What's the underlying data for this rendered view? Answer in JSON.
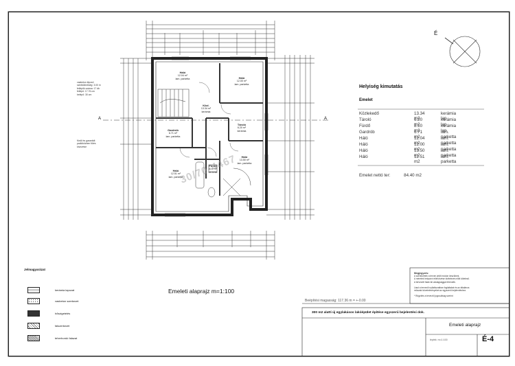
{
  "drawing": {
    "compass_label": "É",
    "plan_title": "Emeleti alaprajz  m=1:100",
    "watermark": "30/70-4467"
  },
  "room_schedule": {
    "title": "Helyiség kimutatás",
    "floor": "Emelet",
    "rows": [
      {
        "name": "Közlekedő",
        "area": "13.34 m2",
        "finish": "kerámia lap"
      },
      {
        "name": "Tároló",
        "area": "6.20 m2",
        "finish": "kerámia lap"
      },
      {
        "name": "Fürdő",
        "area": "8.10 m2",
        "finish": "kerámia lap"
      },
      {
        "name": "Gardrób",
        "area": "6.71 m2",
        "finish": "lam. parketta"
      },
      {
        "name": "Háló",
        "area": "12.04 m2",
        "finish": "lam. parketta"
      },
      {
        "name": "Háló",
        "area": "12.00 m2",
        "finish": "lam. parketta"
      },
      {
        "name": "Háló",
        "area": "13.50 m2",
        "finish": "lam. parketta"
      },
      {
        "name": "Háló",
        "area": "12.51 m2",
        "finish": "lam. parketta"
      }
    ],
    "total_label": "Emelet nettó ter:",
    "total_value": "84.40  m2"
  },
  "rooms": [
    {
      "name": "Háló",
      "area": "12.04 m²",
      "finish": "lam. parketta"
    },
    {
      "name": "Háló",
      "area": "12.00 m²",
      "finish": "lam. parketta"
    },
    {
      "name": "Közl.",
      "area": "13.34 m²",
      "finish": "kerámia"
    },
    {
      "name": "Gardrób",
      "area": "6.71 m²",
      "finish": "lam. parketta"
    },
    {
      "name": "Tároló",
      "area": "6.20 m²",
      "finish": "kerámia"
    },
    {
      "name": "Háló",
      "area": "13.50 m²",
      "finish": "lam. parketta"
    },
    {
      "name": "Háló",
      "area": "12.51 m²",
      "finish": "lam. parketta"
    },
    {
      "name": "Fürdő",
      "area": "8.10 m²",
      "finish": "kerámia"
    }
  ],
  "annotations": {
    "note_top_left": [
      "vasbeton lépcső",
      "szintkülönbség: 3.00 m",
      "fellépők száma: 17 db",
      "fellépő: 17.76 cm",
      "belépő: 30 cm"
    ],
    "note_mid_left": [
      "fürdő és garantált",
      "padlóközben fűtés",
      "kivezetve"
    ]
  },
  "legend": {
    "title": "Jelmagyarázat",
    "items": [
      {
        "label": "kerámia lapozat",
        "pattern": "grid"
      },
      {
        "label": "vasbeton szerkezet",
        "pattern": "dots"
      },
      {
        "label": "hőszigetelés",
        "pattern": "solid"
      },
      {
        "label": "falszerkezet",
        "pattern": "hatch"
      },
      {
        "label": "teherhordó falazat",
        "pattern": "hatch-dense"
      }
    ]
  },
  "notes": {
    "title": "Megjegyzés:",
    "lines": [
      "A szerkezetek a terven jelölt módon készülnek.",
      "A méretek helyszíni ellenőrzése kivitelezés előtt kötelező.",
      "A tervezett falak fal vastagsággal értendők.",
      "",
      "Lásd a tervezői nyilatkozatban foglaltakat és az általános",
      "műszaki követelményeket az egyszerű bejelentéshez.",
      "",
      "* Rögzítés a tervezői jogosultság szerint"
    ]
  },
  "title_block": {
    "height_label": "Beépítési magasság: 117.36    m = +-0.00",
    "project": "300 m2 alatti új egylakásos lakóépület építése egyszerű bejelentési  dok.",
    "sheet_name": "Emeleti alaprajz",
    "scale": "lépték: m=1:100",
    "sheet_code": "É-4"
  },
  "colors": {
    "line": "#222222",
    "wall": "#3a3a3a",
    "watermark": "#999999"
  }
}
